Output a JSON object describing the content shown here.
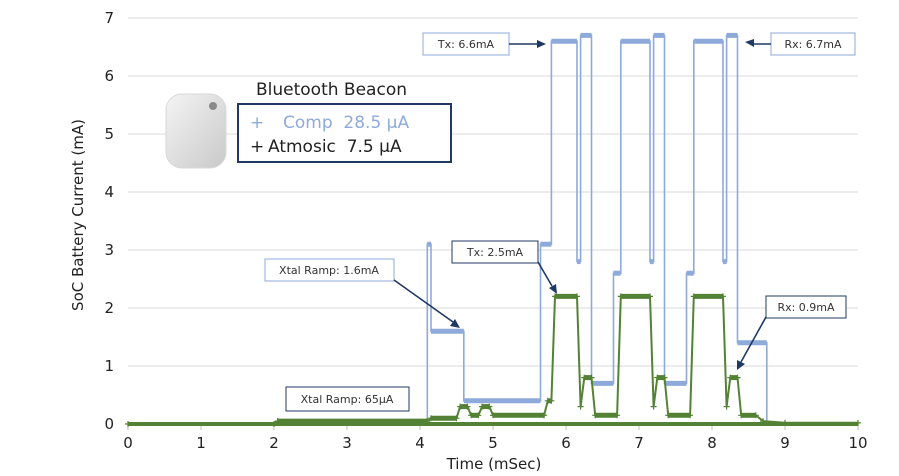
{
  "chart_data": {
    "type": "line",
    "title": "",
    "xlabel": "Time (mSec)",
    "ylabel": "SoC Battery Current (mA)",
    "xlim": [
      0,
      10
    ],
    "ylim": [
      0,
      7
    ],
    "x_ticks": [
      "0",
      "1",
      "2",
      "3",
      "4",
      "5",
      "6",
      "7",
      "8",
      "9",
      "10"
    ],
    "y_ticks": [
      "0",
      "1",
      "2",
      "3",
      "4",
      "5",
      "6",
      "7"
    ],
    "grid": "horizontal",
    "legend": {
      "title": "Bluetooth Beacon",
      "placement": "top-left",
      "entries": [
        {
          "marker": "+",
          "label": "Comp  28.5 µA"
        },
        {
          "marker": "+",
          "label": "Atmosic  7.5 µA"
        }
      ]
    },
    "series": [
      {
        "name": "Comp",
        "color": "#8eaadb",
        "points": [
          [
            0,
            0
          ],
          [
            4.1,
            0
          ],
          [
            4.1,
            3.1
          ],
          [
            4.15,
            3.1
          ],
          [
            4.15,
            1.6
          ],
          [
            4.6,
            1.6
          ],
          [
            4.6,
            0.4
          ],
          [
            5.65,
            0.4
          ],
          [
            5.65,
            3.1
          ],
          [
            5.8,
            3.1
          ],
          [
            5.8,
            6.6
          ],
          [
            6.15,
            6.6
          ],
          [
            6.15,
            2.8
          ],
          [
            6.2,
            2.8
          ],
          [
            6.2,
            6.7
          ],
          [
            6.35,
            6.7
          ],
          [
            6.35,
            0.7
          ],
          [
            6.65,
            0.7
          ],
          [
            6.65,
            2.6
          ],
          [
            6.75,
            2.6
          ],
          [
            6.75,
            6.6
          ],
          [
            7.15,
            6.6
          ],
          [
            7.15,
            2.8
          ],
          [
            7.2,
            2.8
          ],
          [
            7.2,
            6.7
          ],
          [
            7.35,
            6.7
          ],
          [
            7.35,
            0.7
          ],
          [
            7.65,
            0.7
          ],
          [
            7.65,
            2.6
          ],
          [
            7.75,
            2.6
          ],
          [
            7.75,
            6.6
          ],
          [
            8.15,
            6.6
          ],
          [
            8.15,
            2.8
          ],
          [
            8.2,
            2.8
          ],
          [
            8.2,
            6.7
          ],
          [
            8.35,
            6.7
          ],
          [
            8.35,
            1.4
          ],
          [
            8.75,
            1.4
          ],
          [
            8.75,
            0
          ],
          [
            10,
            0
          ]
        ]
      },
      {
        "name": "Atmosic",
        "color": "#548235",
        "points": [
          [
            0,
            0
          ],
          [
            2,
            0
          ],
          [
            2.05,
            0.05
          ],
          [
            4.1,
            0.05
          ],
          [
            4.15,
            0.1
          ],
          [
            4.5,
            0.1
          ],
          [
            4.55,
            0.3
          ],
          [
            4.65,
            0.3
          ],
          [
            4.7,
            0.15
          ],
          [
            4.8,
            0.15
          ],
          [
            4.85,
            0.3
          ],
          [
            4.95,
            0.3
          ],
          [
            5,
            0.15
          ],
          [
            5.7,
            0.15
          ],
          [
            5.75,
            0.4
          ],
          [
            5.8,
            0.4
          ],
          [
            5.85,
            2.2
          ],
          [
            6.15,
            2.2
          ],
          [
            6.2,
            0.3
          ],
          [
            6.25,
            0.8
          ],
          [
            6.35,
            0.8
          ],
          [
            6.4,
            0.15
          ],
          [
            6.7,
            0.15
          ],
          [
            6.75,
            2.2
          ],
          [
            7.15,
            2.2
          ],
          [
            7.2,
            0.3
          ],
          [
            7.25,
            0.8
          ],
          [
            7.35,
            0.8
          ],
          [
            7.4,
            0.15
          ],
          [
            7.7,
            0.15
          ],
          [
            7.75,
            2.2
          ],
          [
            8.15,
            2.2
          ],
          [
            8.2,
            0.3
          ],
          [
            8.25,
            0.8
          ],
          [
            8.35,
            0.8
          ],
          [
            8.4,
            0.15
          ],
          [
            8.6,
            0.15
          ],
          [
            8.7,
            0.05
          ],
          [
            9,
            0.02
          ],
          [
            10,
            0.02
          ]
        ]
      }
    ],
    "annotations": [
      {
        "text": "Tx: 6.6mA",
        "color": "#8eaadb"
      },
      {
        "text": "Rx: 6.7mA",
        "color": "#8eaadb"
      },
      {
        "text": "Xtal Ramp: 1.6mA",
        "color": "#8eaadb"
      },
      {
        "text": "Tx: 2.5mA",
        "color": "#1f3864"
      },
      {
        "text": "Rx: 0.9mA",
        "color": "#1f3864"
      },
      {
        "text": "Xtal Ramp: 65µA",
        "color": "#1f3864"
      }
    ]
  },
  "device_image": {
    "description": "Bluetooth beacon device photo",
    "icon": "beacon-device-icon"
  }
}
